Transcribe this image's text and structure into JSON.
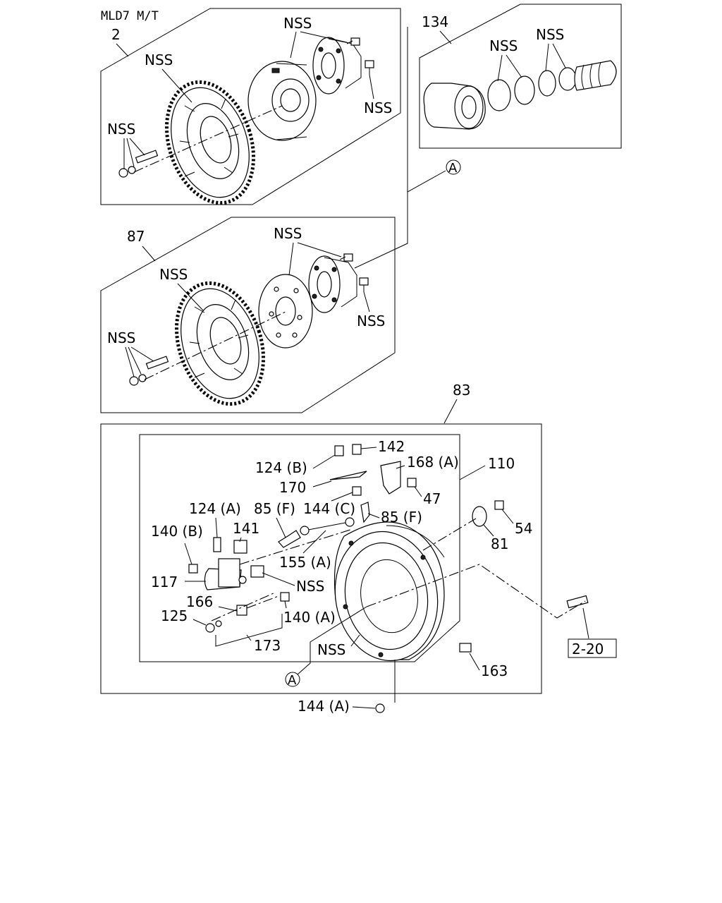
{
  "header": {
    "model": "MLD7 M/T",
    "group_number": "2"
  },
  "callouts": {
    "nss": "NSS",
    "ref_circle": "A",
    "p134": "134",
    "p87": "87",
    "p83": "83",
    "p142": "142",
    "p124b": "124 (B)",
    "p168a": "168 (A)",
    "p110": "110",
    "p170": "170",
    "p47": "47",
    "p124a": "124 (A)",
    "p85f_left": "85 (F)",
    "p144c": "144 (C)",
    "p85f_right": "85 (F)",
    "p140b": "140 (B)",
    "p141": "141",
    "p54": "54",
    "p81": "81",
    "p155a": "155 (A)",
    "p117": "117",
    "p166": "166",
    "p140a": "140 (A)",
    "p125": "125",
    "p173": "173",
    "p163": "163",
    "p144a": "144 (A)",
    "page_ref": "2-20"
  }
}
